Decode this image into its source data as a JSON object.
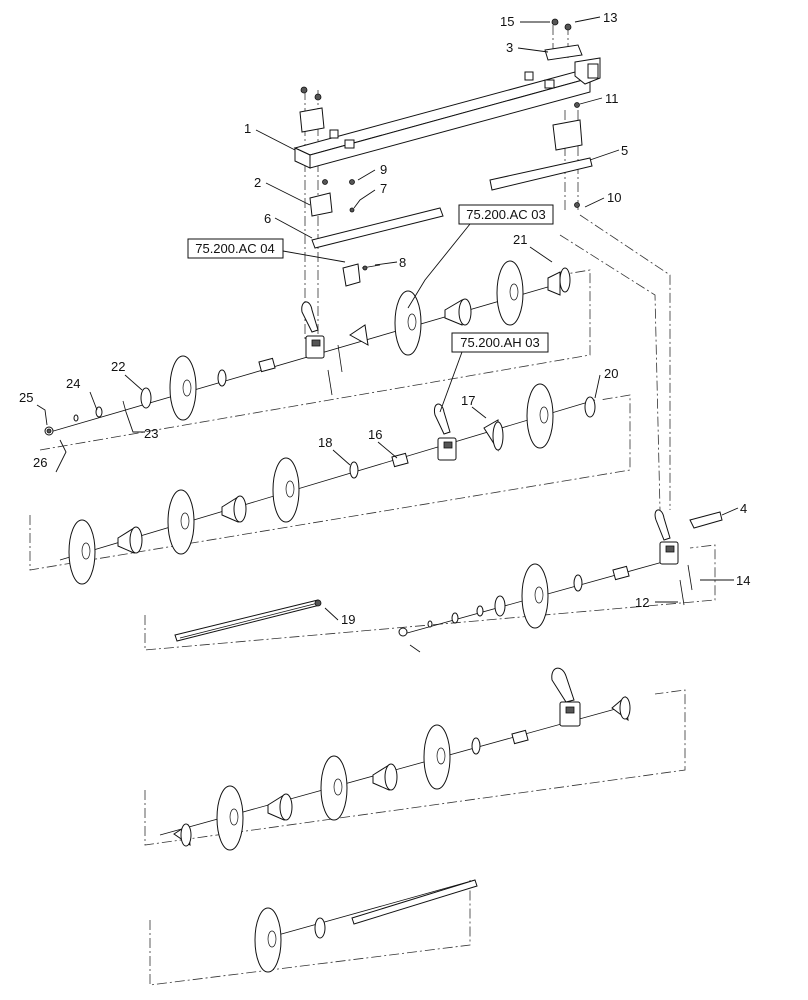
{
  "callouts": [
    {
      "id": "c1",
      "text": "1"
    },
    {
      "id": "c2",
      "text": "2"
    },
    {
      "id": "c3",
      "text": "3"
    },
    {
      "id": "c4",
      "text": "4"
    },
    {
      "id": "c5",
      "text": "5"
    },
    {
      "id": "c6",
      "text": "6"
    },
    {
      "id": "c7",
      "text": "7"
    },
    {
      "id": "c8",
      "text": "8"
    },
    {
      "id": "c9",
      "text": "9"
    },
    {
      "id": "c10",
      "text": "10"
    },
    {
      "id": "c11",
      "text": "11"
    },
    {
      "id": "c12",
      "text": "12"
    },
    {
      "id": "c13",
      "text": "13"
    },
    {
      "id": "c14",
      "text": "14"
    },
    {
      "id": "c15",
      "text": "15"
    },
    {
      "id": "c16",
      "text": "16"
    },
    {
      "id": "c17",
      "text": "17"
    },
    {
      "id": "c18",
      "text": "18"
    },
    {
      "id": "c19",
      "text": "19"
    },
    {
      "id": "c20",
      "text": "20"
    },
    {
      "id": "c21",
      "text": "21"
    },
    {
      "id": "c22",
      "text": "22"
    },
    {
      "id": "c23",
      "text": "23"
    },
    {
      "id": "c24",
      "text": "24"
    },
    {
      "id": "c25",
      "text": "25"
    },
    {
      "id": "c26",
      "text": "26"
    }
  ],
  "references": [
    {
      "id": "r1",
      "text": "75.200.AC 03"
    },
    {
      "id": "r2",
      "text": "75.200.AC 04"
    },
    {
      "id": "r3",
      "text": "75.200.AH 03"
    }
  ],
  "colors": {
    "ink": "#111111",
    "background": "#ffffff"
  }
}
